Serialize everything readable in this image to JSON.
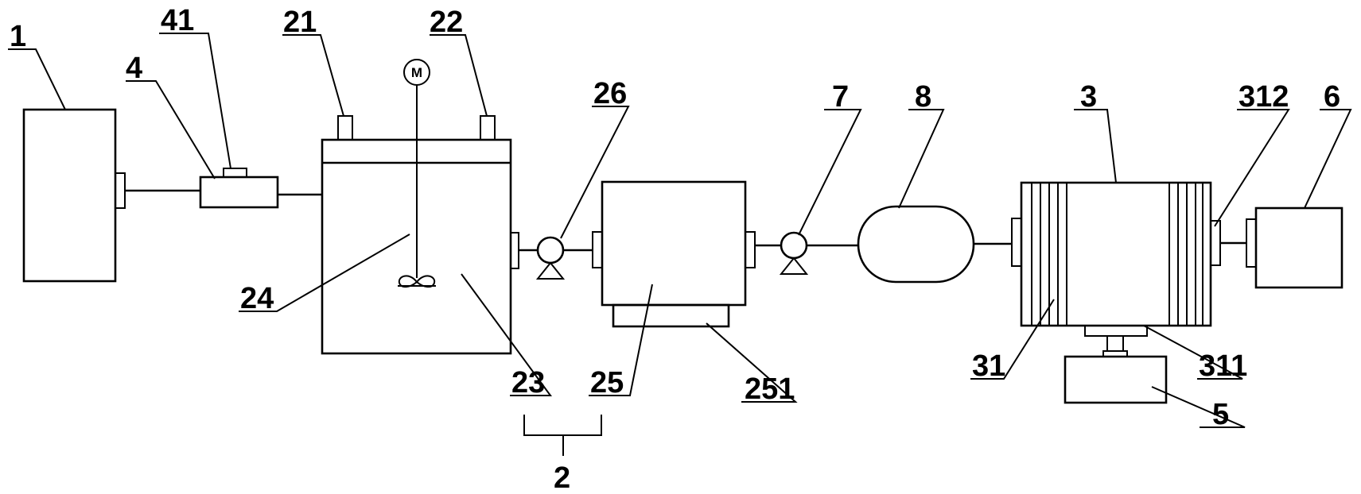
{
  "labels": {
    "l1": "1",
    "l4": "4",
    "l41": "41",
    "l21": "21",
    "l22": "22",
    "l24": "24",
    "l23": "23",
    "l25": "25",
    "l2": "2",
    "l26": "26",
    "l251": "251",
    "l7": "7",
    "l8": "8",
    "l3": "3",
    "l312": "312",
    "l6": "6",
    "l31": "31",
    "l311": "311",
    "l5": "5"
  },
  "motor": {
    "letter": "M"
  }
}
